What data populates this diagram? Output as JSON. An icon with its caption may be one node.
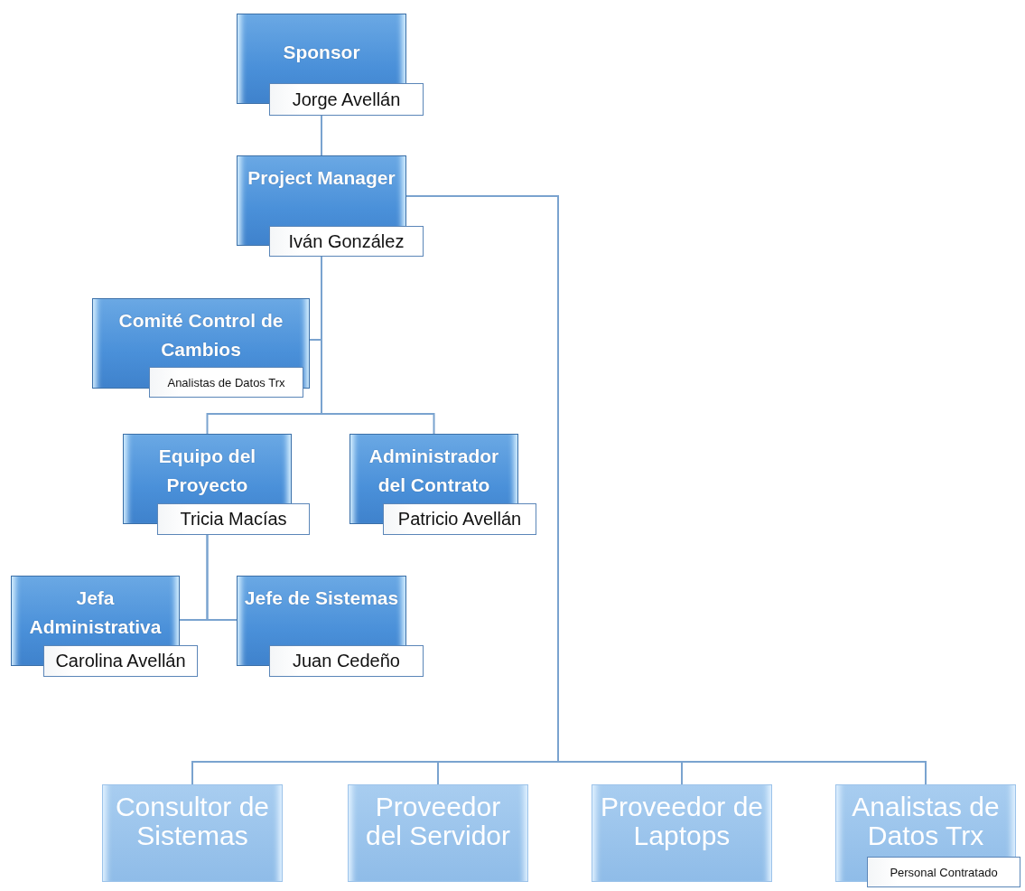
{
  "diagram": {
    "nodes": [
      {
        "text": [
          "Sponsor",
          "Jorge Avellán"
        ]
      },
      {
        "text": [
          "Project Manager",
          "Iván González"
        ]
      },
      {
        "text": [
          "Comité Control de Cambios",
          "Analistas de Datos Trx"
        ]
      },
      {
        "text": [
          "Equipo del Proyecto",
          "Tricia Macías"
        ]
      },
      {
        "text": [
          "Administrador del Contrato",
          "Patricio Avellán"
        ]
      },
      {
        "text": [
          "Jefa Administrativa",
          "Carolina Avellán"
        ]
      },
      {
        "text": [
          "Jefe de Sistemas",
          "Juan Cedeño"
        ]
      },
      {
        "text": [
          "Consultor de Sistemas"
        ]
      },
      {
        "text": [
          "Proveedor del Servidor"
        ]
      },
      {
        "text": [
          "Proveedor de Laptops"
        ]
      },
      {
        "text": [
          "Analistas de Datos Trx",
          "Personal Contratado"
        ]
      }
    ],
    "edges": [
      {
        "from": 0,
        "to": 1,
        "arrow": "none"
      },
      {
        "from": 1,
        "to": 2,
        "arrow": "none"
      },
      {
        "from": 1,
        "to": 3,
        "arrow": "none"
      },
      {
        "from": 1,
        "to": 4,
        "arrow": "none"
      },
      {
        "from": 3,
        "to": 5,
        "arrow": "none"
      },
      {
        "from": 3,
        "to": 6,
        "arrow": "none"
      },
      {
        "from": 1,
        "to": 7,
        "arrow": "none"
      },
      {
        "from": 1,
        "to": 8,
        "arrow": "none"
      },
      {
        "from": 1,
        "to": 9,
        "arrow": "none"
      },
      {
        "from": 1,
        "to": 10,
        "arrow": "none"
      }
    ]
  }
}
